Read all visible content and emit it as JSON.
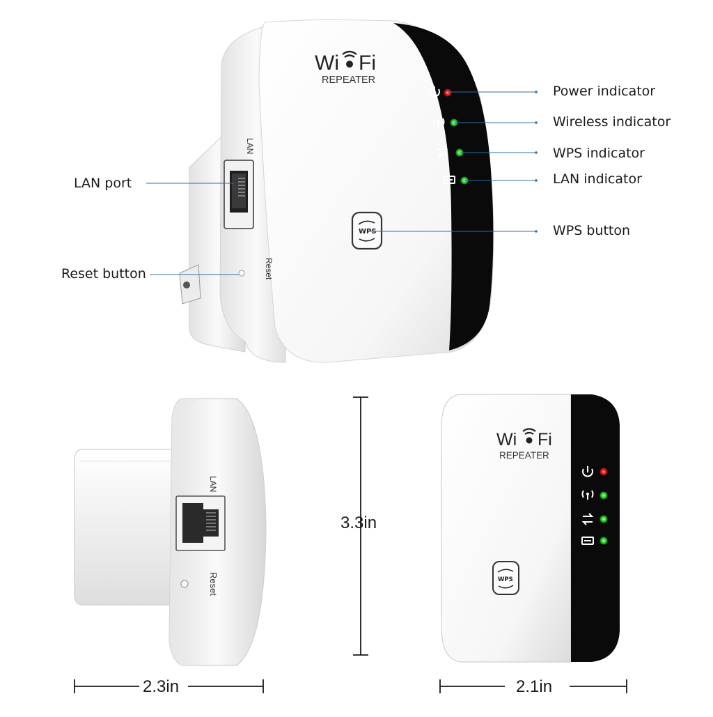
{
  "device": {
    "brand_text": "Wi Fi",
    "model_text": "REPEATER",
    "lan_port_text": "LAN",
    "reset_text": "Reset",
    "wps_button_text": "WPS",
    "colors": {
      "body": "#ffffff",
      "panel": "#0a0a0a",
      "power_led": "#e0201c",
      "status_led": "#2fd12f",
      "callout_line": "#2f6fa6"
    }
  },
  "callouts": {
    "right": [
      {
        "label": "Power indicator",
        "icon": "power-icon"
      },
      {
        "label": "Wireless indicator",
        "icon": "wireless-icon"
      },
      {
        "label": "WPS indicator",
        "icon": "wps-sync-icon"
      },
      {
        "label": "LAN indicator",
        "icon": "lan-icon"
      },
      {
        "label": "WPS button",
        "icon": "wps-button-icon"
      }
    ],
    "left": [
      {
        "label": "LAN port"
      },
      {
        "label": "Reset button"
      }
    ]
  },
  "dimensions": {
    "height": "3.3in",
    "side_width": "2.3in",
    "front_width": "2.1in"
  }
}
